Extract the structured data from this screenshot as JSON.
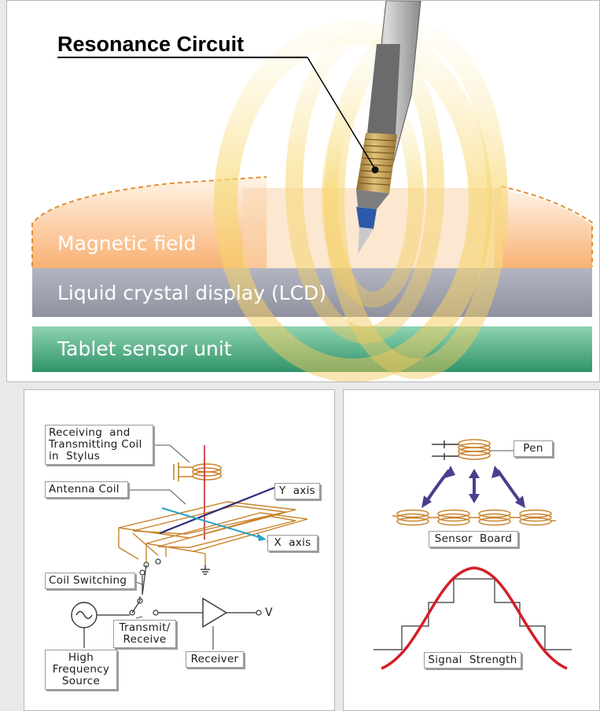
{
  "top": {
    "callout": "Resonance Circuit",
    "bands": {
      "magnetic": "Magnetic field",
      "lcd": "Liquid crystal display (LCD)",
      "sensor": "Tablet sensor unit"
    }
  },
  "left": {
    "receiving_coil": "Receiving  and\nTransmitting Coil\nin  Stylus",
    "antenna_coil": "Antenna Coil",
    "y_axis": "Y  axis",
    "x_axis": "X  axis",
    "coil_switching": "Coil Switching",
    "transmit_receive": "Transmit/\nReceive",
    "hf_source": "High\nFrequency\nSource",
    "receiver": "Receiver",
    "output_v": "V"
  },
  "right": {
    "pen": "Pen",
    "sensor_board": "Sensor  Board",
    "signal_strength": "Signal  Strength"
  },
  "colors": {
    "magnetic_band": "#f9c28a",
    "lcd_band": "#a4a6b3",
    "sensor_band": "#3fa57d",
    "field_ring": "#f7dc84",
    "coil": "#c9822a",
    "arrow": "#4d3d8c",
    "curve": "#d41f26",
    "y_axis_line": "#2f2a7a",
    "x_axis_line": "#2aa2c4",
    "vertical_line": "#c8262c"
  }
}
